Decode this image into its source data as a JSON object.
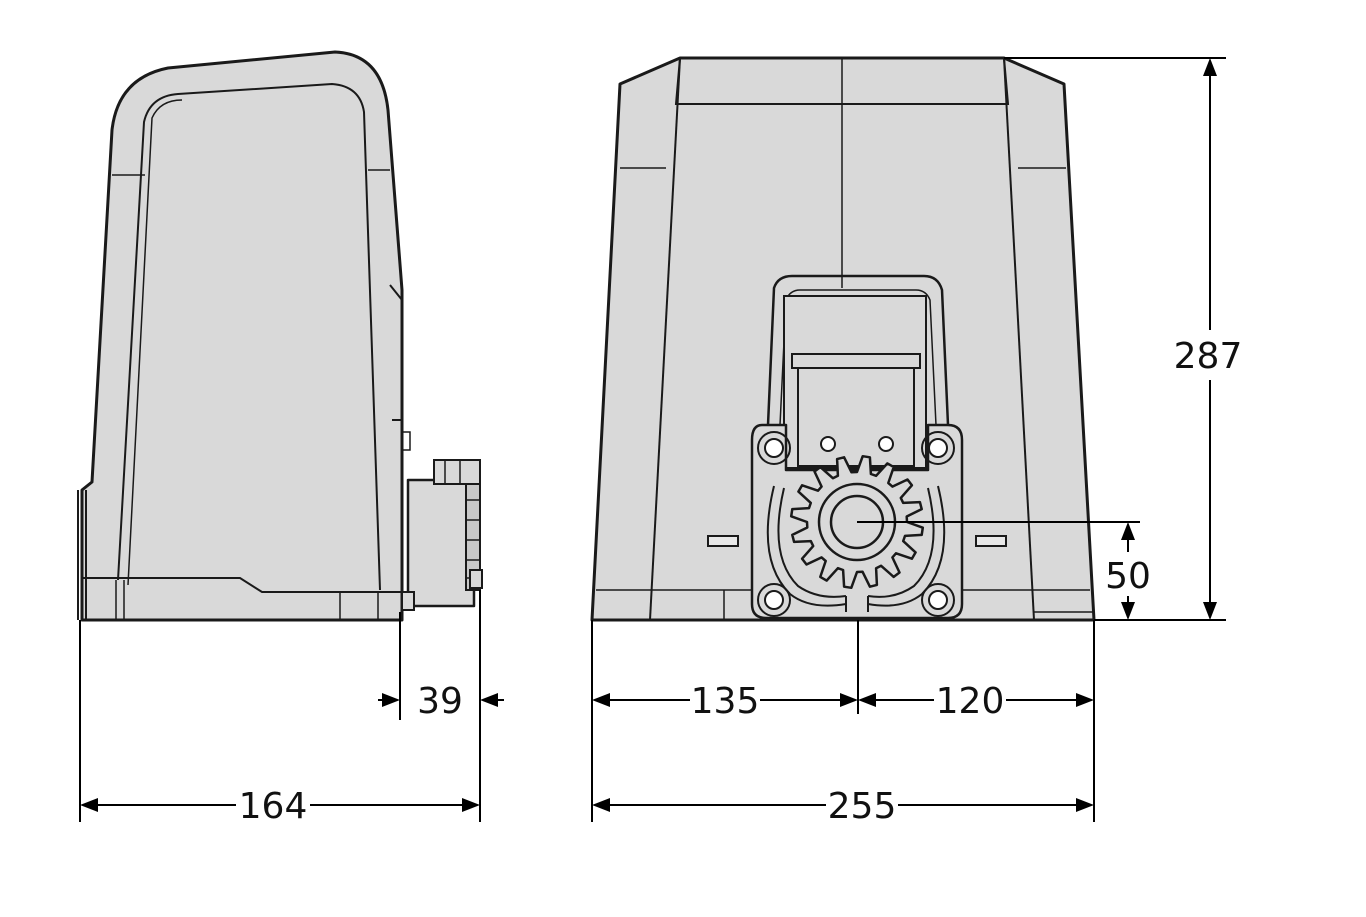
{
  "dimensions": {
    "side_depth": "164",
    "bracket_depth": "39",
    "front_width": "255",
    "left_to_pinion": "135",
    "pinion_to_right": "120",
    "height": "287",
    "pinion_height": "50"
  },
  "colors": {
    "housing": "#d9d9d9",
    "outline": "#1a1a1a",
    "dimension": "#000000"
  }
}
